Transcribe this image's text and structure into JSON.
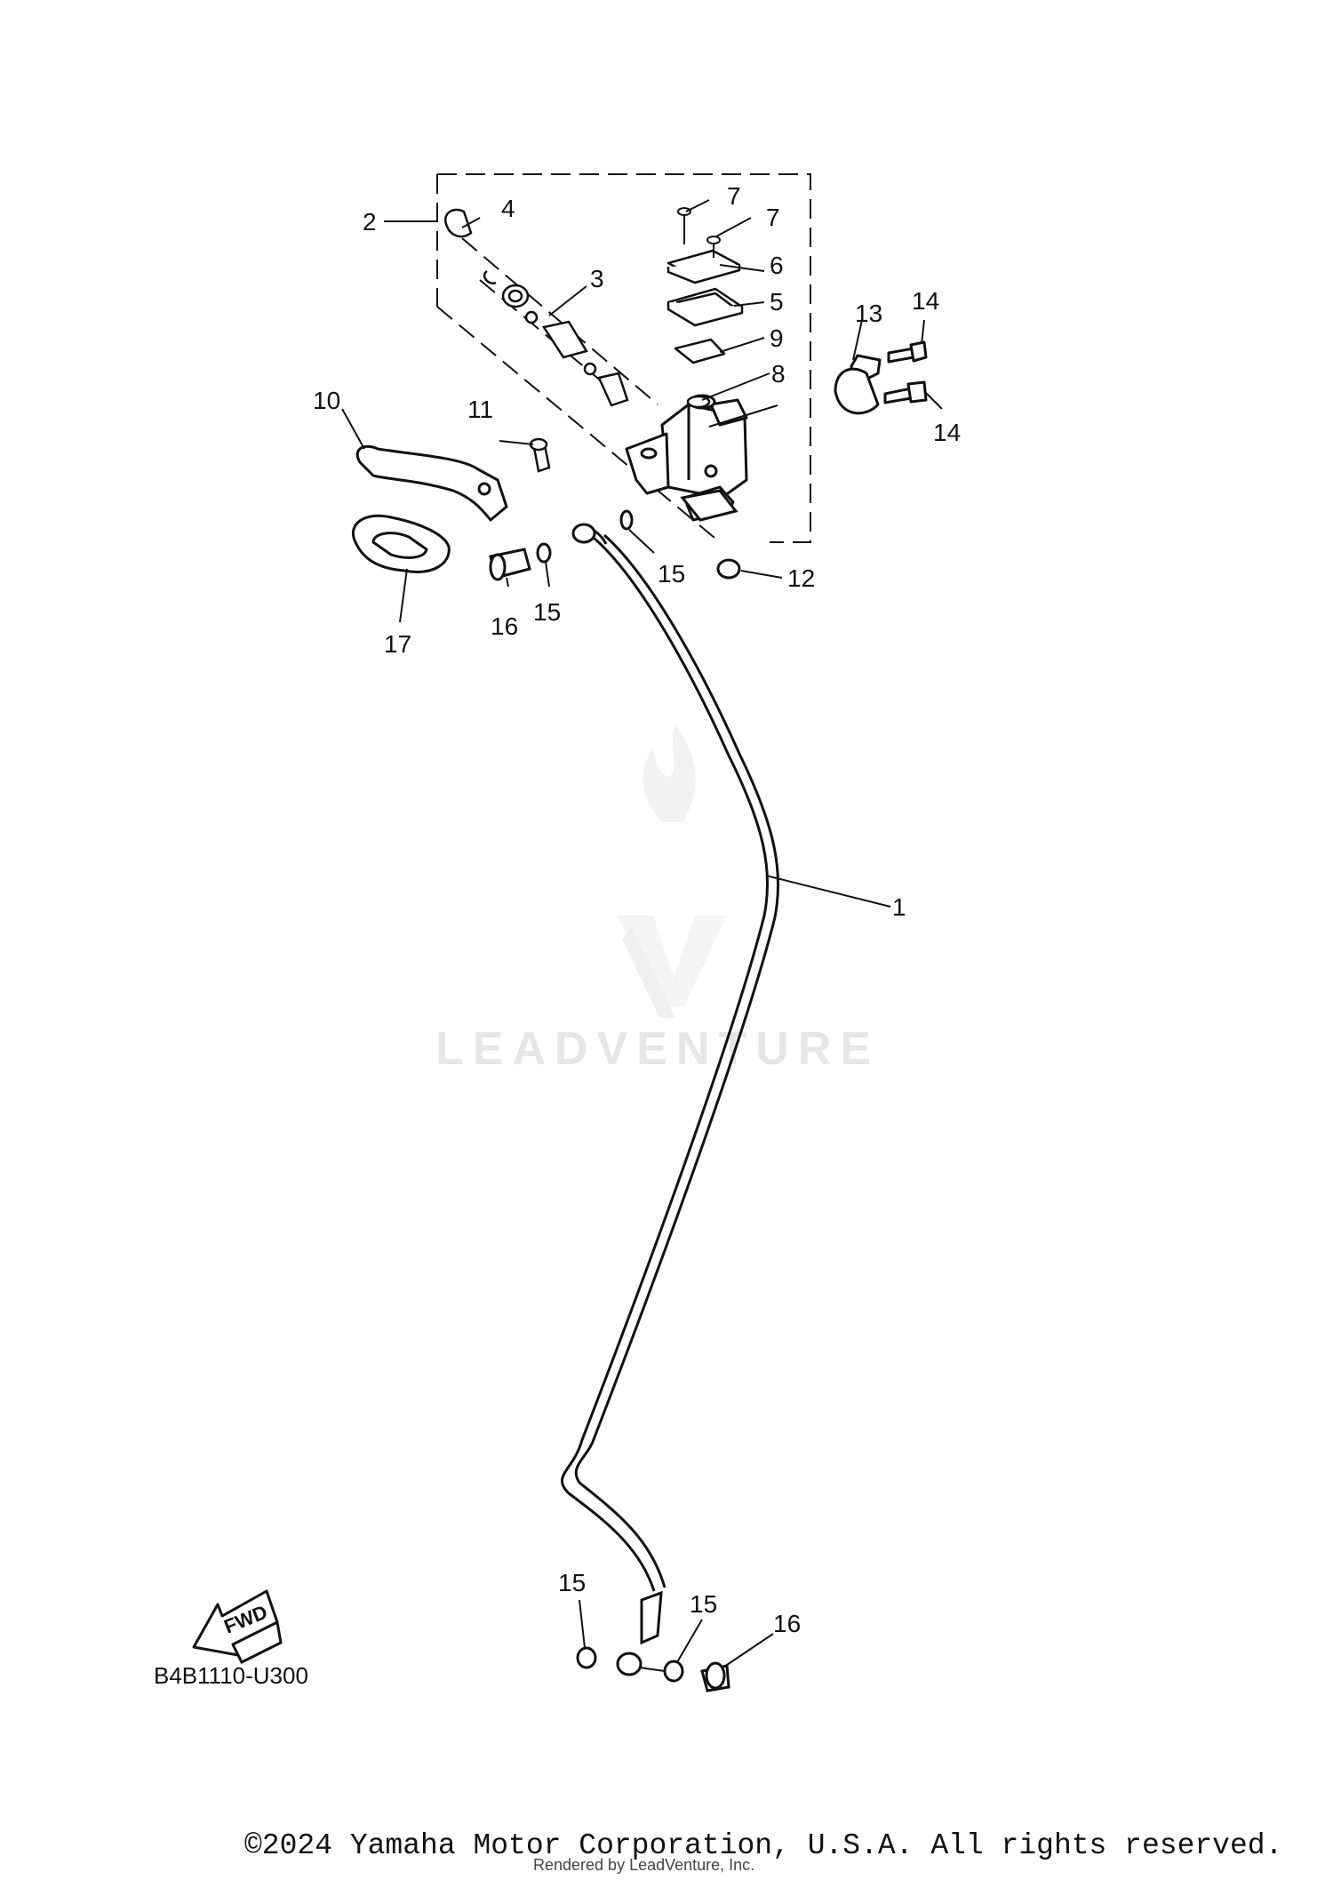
{
  "diagram": {
    "code": "B4B1110-U300",
    "fwd_label": "FWD",
    "watermark": "LEADVENTURE",
    "callouts": [
      "1",
      "2",
      "3",
      "4",
      "5",
      "6",
      "7",
      "7",
      "8",
      "9",
      "10",
      "11",
      "12",
      "13",
      "14",
      "14",
      "15",
      "15",
      "15",
      "15",
      "16",
      "16",
      "17"
    ]
  },
  "footer": {
    "copyright": "©2024 Yamaha Motor Corporation, U.S.A. All rights reserved.",
    "rendered_by": "Rendered by LeadVenture, Inc."
  }
}
